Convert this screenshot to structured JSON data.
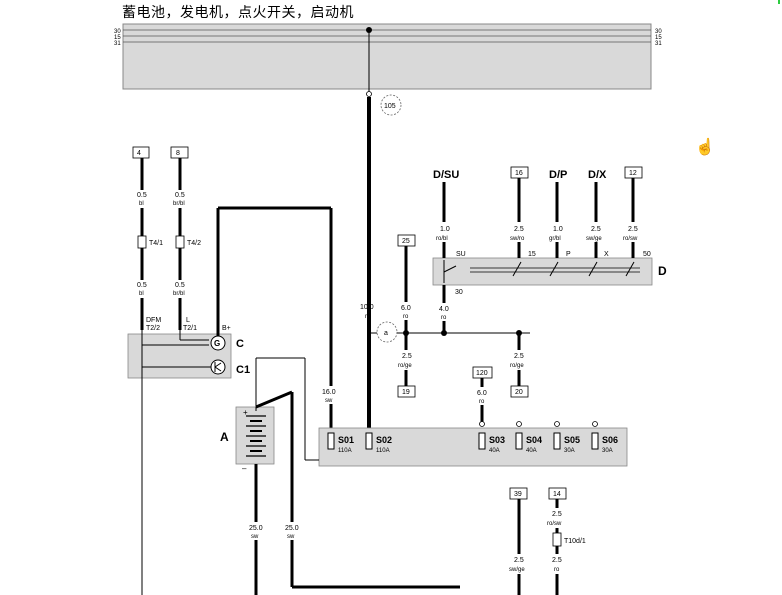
{
  "title": "蓄电池，发电机，点火开关，启动机",
  "colors": {
    "bus_fill": "#d9d9d9",
    "bus_stroke": "#888888",
    "wire": "#000000"
  },
  "bus_labels": [
    "30",
    "15",
    "31"
  ],
  "node_105": "105",
  "node_a": "a",
  "refs": {
    "r4": "4",
    "r8": "8",
    "r16": "16",
    "r12": "12",
    "r25": "25",
    "r120": "120",
    "r19": "19",
    "r20": "20",
    "r39": "39",
    "r14": "14"
  },
  "ignition": {
    "labels": {
      "d_su": "D/SU",
      "d_p": "D/P",
      "d_x": "D/X",
      "d": "D"
    },
    "terms": [
      "SU",
      "15",
      "P",
      "X",
      "50",
      "30"
    ]
  },
  "wires": {
    "w1": {
      "size": "0.5",
      "color": "bl"
    },
    "w2": {
      "size": "0.5",
      "color": "br/bl"
    },
    "w3": {
      "size": "0.5",
      "color": "bl"
    },
    "w4": {
      "size": "0.5",
      "color": "br/bl"
    },
    "w_dsu": {
      "size": "1.0",
      "color": "ro/bl"
    },
    "w16": {
      "size": "2.5",
      "color": "sw/ro"
    },
    "w_dp": {
      "size": "1.0",
      "color": "gr/bl"
    },
    "w_dx": {
      "size": "2.5",
      "color": "sw/ge"
    },
    "w12": {
      "size": "2.5",
      "color": "ro/sw"
    },
    "w25": {
      "size": "6.0",
      "color": "ro"
    },
    "w_main": {
      "size": "10.0",
      "color": "ro"
    },
    "w30": {
      "size": "4.0",
      "color": "ro"
    },
    "w19": {
      "size": "2.5",
      "color": "ro/ge"
    },
    "w20": {
      "size": "2.5",
      "color": "ro/ge"
    },
    "w_sw": {
      "size": "16.0",
      "color": "sw"
    },
    "w120": {
      "size": "6.0",
      "color": "ro"
    },
    "w_a1": {
      "size": "25.0",
      "color": "sw"
    },
    "w_a2": {
      "size": "25.0",
      "color": "sw"
    },
    "w39": {
      "size": "2.5",
      "color": "sw/ge"
    },
    "w14a": {
      "size": "2.5",
      "color": "ro/sw"
    },
    "w14b": {
      "size": "2.5",
      "color": "ro"
    }
  },
  "connectors": {
    "t4_1": "T4/1",
    "t4_2": "T4/2",
    "t10": "T10d/1"
  },
  "generator": {
    "pin_dfm": "DFM",
    "pin_l": "L",
    "pin_t22": "T2/2",
    "pin_t21": "T2/1",
    "pin_bplus": "B+",
    "label_c": "C",
    "label_c1": "C1",
    "g": "G"
  },
  "battery": {
    "label": "A",
    "plus": "+",
    "minus": "–"
  },
  "fuses": [
    {
      "id": "S01",
      "rating": "110A"
    },
    {
      "id": "S02",
      "rating": "110A"
    },
    {
      "id": "S03",
      "rating": "40A"
    },
    {
      "id": "S04",
      "rating": "40A"
    },
    {
      "id": "S05",
      "rating": "30A"
    },
    {
      "id": "S06",
      "rating": "30A"
    }
  ]
}
